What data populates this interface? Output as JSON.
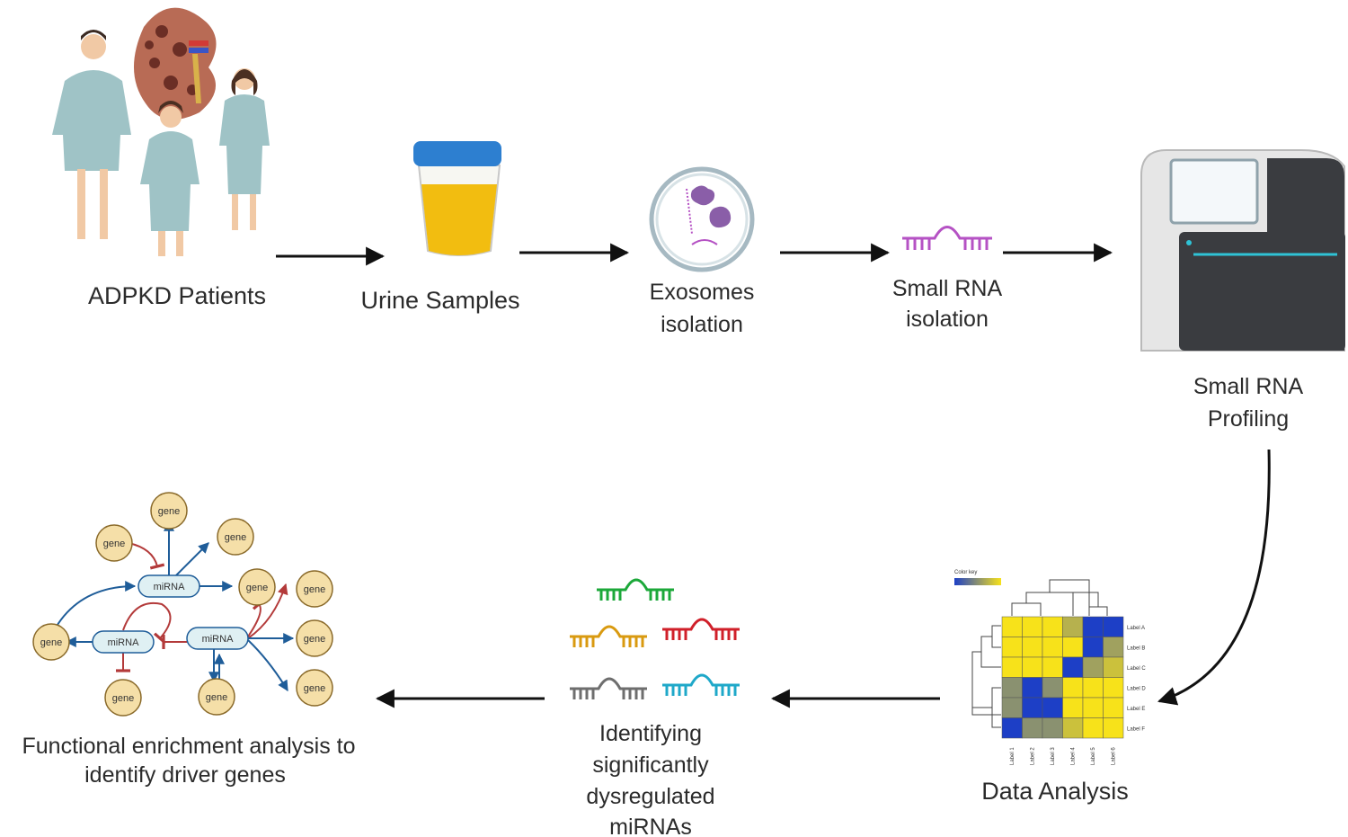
{
  "steps": {
    "patients": "ADPKD Patients",
    "urine": "Urine Samples",
    "exosomes": [
      "Exosomes",
      "isolation"
    ],
    "small_rna": [
      "Small RNA",
      "isolation"
    ],
    "profiling": [
      "Small RNA",
      "Profiling"
    ],
    "analysis": "Data Analysis",
    "identify": [
      "Identifying",
      "significantly",
      "dysregulated",
      "miRNAs"
    ],
    "functional": [
      "Functional enrichment analysis to",
      "identify driver genes"
    ]
  },
  "network": {
    "gene_label": "gene",
    "mirna_label": "miRNA"
  },
  "heatmap": {
    "color_key": "Color key",
    "row_labels": [
      "Label A",
      "Label B",
      "Label C",
      "Label D",
      "Label E",
      "Label F"
    ],
    "col_labels": [
      "Label 1",
      "Label 2",
      "Label 3",
      "Label 4",
      "Label 5",
      "Label 6"
    ]
  },
  "colors": {
    "arrow": "#111111",
    "gown": "#9fc3c6",
    "urine": "#f2bd10",
    "cap": "#2d7fd0",
    "exosome": "#8a5ea8",
    "rna_purple": "#b552c4",
    "machine": "#3a3c40",
    "heat_yellow": "#f7e21a",
    "heat_blue": "#1d3fc6",
    "gene_fill": "#f5dfa8",
    "mirna_fill": "#dff0f3",
    "net_blue": "#1f5d99",
    "net_red": "#b33a3a",
    "rna_green": "#1ca83a",
    "rna_orange": "#d99a10",
    "rna_red": "#d0202a",
    "rna_grey": "#6e6e6e",
    "rna_cyan": "#1fa8c9"
  }
}
